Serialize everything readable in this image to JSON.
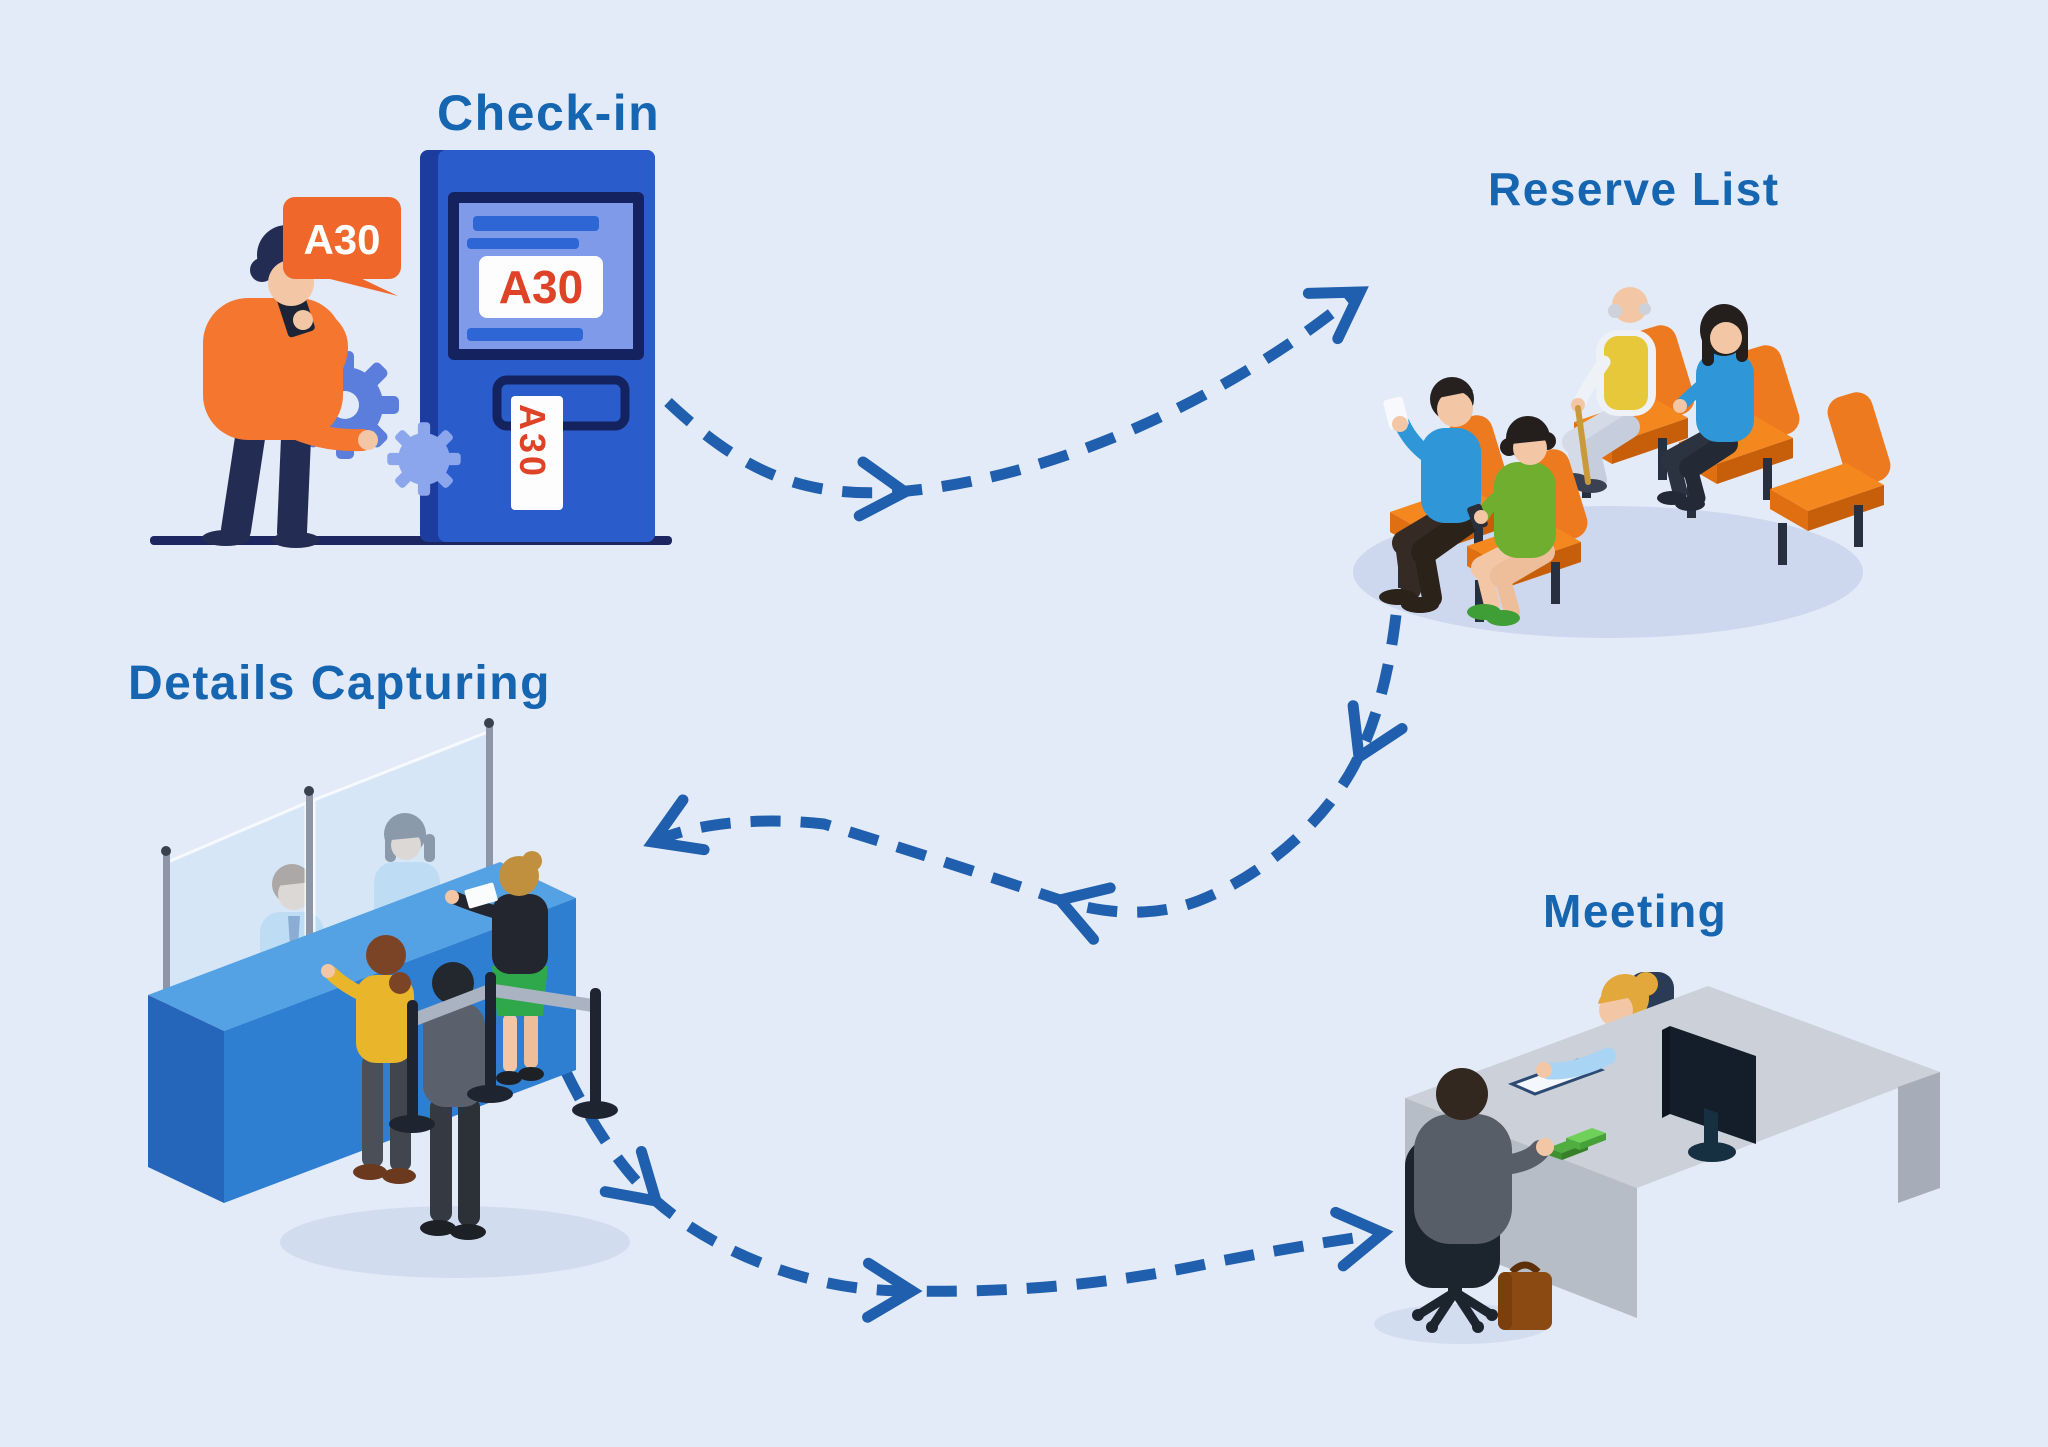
{
  "diagram": {
    "background_color": "#e3eaf8",
    "label_color": "#1565b0",
    "arrow_color": "#1f5fad",
    "ticket": {
      "number": "A30"
    },
    "steps": [
      {
        "id": "check-in",
        "label": "Check-in",
        "illustration": "ticket-kiosk-with-user"
      },
      {
        "id": "reserve-list",
        "label": "Reserve List",
        "illustration": "waiting-area-chairs"
      },
      {
        "id": "details-capturing",
        "label": "Details Capturing",
        "illustration": "reception-counter-queue"
      },
      {
        "id": "meeting",
        "label": "Meeting",
        "illustration": "meeting-desk"
      }
    ]
  }
}
